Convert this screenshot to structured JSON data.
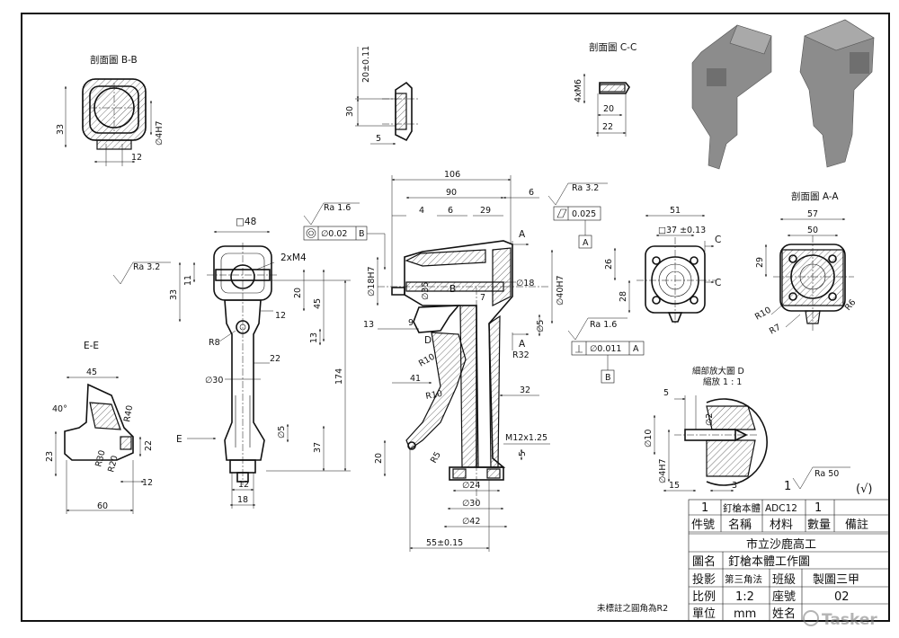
{
  "views": {
    "section_bb": "剖面圖 B-B",
    "section_cc": "剖面圖 C-C",
    "section_aa": "剖面圖 A-A",
    "section_ee": "E-E",
    "detail_d": "細部放大圖 D",
    "detail_d_scale": "縮放 1 : 1"
  },
  "dims_bb": {
    "d33": "33",
    "d12": "12",
    "hole": "∅4H7"
  },
  "dims_top": {
    "d20": "20±0.11",
    "d30": "30",
    "d5": "5"
  },
  "dims_cc": {
    "thread": "4xM6",
    "d20": "20",
    "d22": "22"
  },
  "dims_front": {
    "square": "□48",
    "thread": "2xM4",
    "d11": "11",
    "d33": "33",
    "d20": "20",
    "d45": "45",
    "d12": "12",
    "r8": "R8",
    "d13": "13",
    "d22": "22",
    "d174": "174",
    "d30": "∅30",
    "d5": "∅5",
    "d37": "37",
    "d12b": "12",
    "d18": "18",
    "e_label": "E"
  },
  "dims_ee": {
    "d45": "45",
    "angle": "40°",
    "r40": "R40",
    "d22": "22",
    "r30": "R30",
    "r20": "R20",
    "d23": "23",
    "d12": "12",
    "d60": "60"
  },
  "dims_side": {
    "d106": "106",
    "d90": "90",
    "d6": "6",
    "d4": "4",
    "d6b": "6",
    "d29": "29",
    "d18h7": "∅18H7",
    "d35": "∅35",
    "d18": "∅18",
    "d40h7": "∅40H7",
    "d13": "13",
    "d9": "9",
    "d7": "7",
    "d5": "∅5",
    "r10": "R10",
    "r32": "R32",
    "d41": "41",
    "r10b": "R10",
    "d32": "32",
    "m12": "M12x1.25",
    "d5b": "5",
    "d20": "20",
    "r5": "R5",
    "d24": "∅24",
    "d30": "∅30",
    "d42": "∅42",
    "d55": "55±0.15",
    "label_a": "A",
    "label_b": "B",
    "label_d": "D"
  },
  "gdt": {
    "ra16_left": "Ra 1.6",
    "conc_val": "∅0.02",
    "conc_ref": "B",
    "ra32_left": "Ra 3.2",
    "ra32_top": "Ra 3.2",
    "flat_val": "0.025",
    "flat_datum": "A",
    "ra16_right": "Ra 1.6",
    "perp_val": "∅0.011",
    "perp_ref": "A",
    "datum_b": "B",
    "ra50": "Ra 50"
  },
  "dims_aa_front": {
    "d51": "51",
    "sq37": "□37 ±0.13",
    "d26": "26",
    "d28": "28",
    "c": "C"
  },
  "dims_aa": {
    "d57": "57",
    "d50": "50",
    "d29": "29",
    "r10": "R10",
    "r7": "R7",
    "r6": "R6"
  },
  "dims_detail": {
    "d5": "5",
    "d2": "∅2",
    "d10": "∅10",
    "d4h7": "∅4H7",
    "d15": "15",
    "d3": "3"
  },
  "finish_symbol": {
    "count": "1",
    "check": "(√)"
  },
  "title_block": {
    "row1": [
      "1",
      "釘槍本體",
      "ADC12",
      "1",
      ""
    ],
    "headers": [
      "件號",
      "名稱",
      "材料",
      "數量",
      "備註"
    ],
    "school": "市立沙鹿高工",
    "drawing_label": "圖名",
    "drawing_name": "釘槍本體工作圖",
    "projection_label": "投影",
    "projection": "第三角法",
    "class_label": "班級",
    "class_value": "製圖三甲",
    "scale_label": "比例",
    "scale": "1:2",
    "seat_label": "座號",
    "seat": "02",
    "unit_label": "單位",
    "unit": "mm",
    "name_label": "姓名",
    "name": ""
  },
  "note": "未標註之圓角為R2",
  "watermark": "Tasker"
}
